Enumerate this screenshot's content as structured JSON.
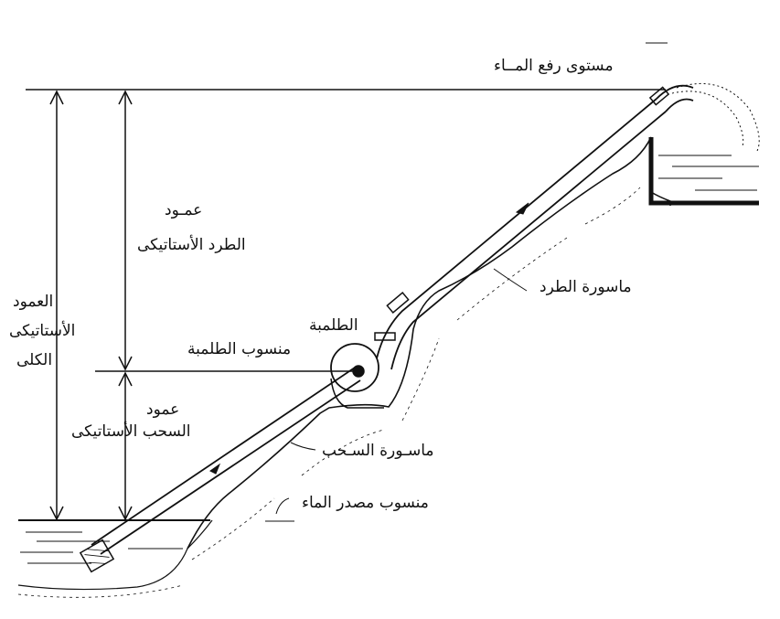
{
  "labels": {
    "delivery_level": "مستوى رفع المــاء",
    "static_discharge_head_1": "عمـود",
    "static_discharge_head_2": "الطرد الأستاتيكى",
    "total_static_head_1": "العمود",
    "total_static_head_2": "الأستاتيكى",
    "total_static_head_3": "الكلى",
    "pump": "الطلمبة",
    "pump_level": "منسوب الطلمبة",
    "discharge_pipe": "ماسورة الطرد",
    "static_suction_head_1": "عمود",
    "static_suction_head_2": "السحب الأستاتيكى",
    "suction_pipe": "ماسـورة السـحب",
    "source_water_level": "منسوب مصدر الماء"
  },
  "colors": {
    "ink": "#111111",
    "paper": "#ffffff"
  }
}
